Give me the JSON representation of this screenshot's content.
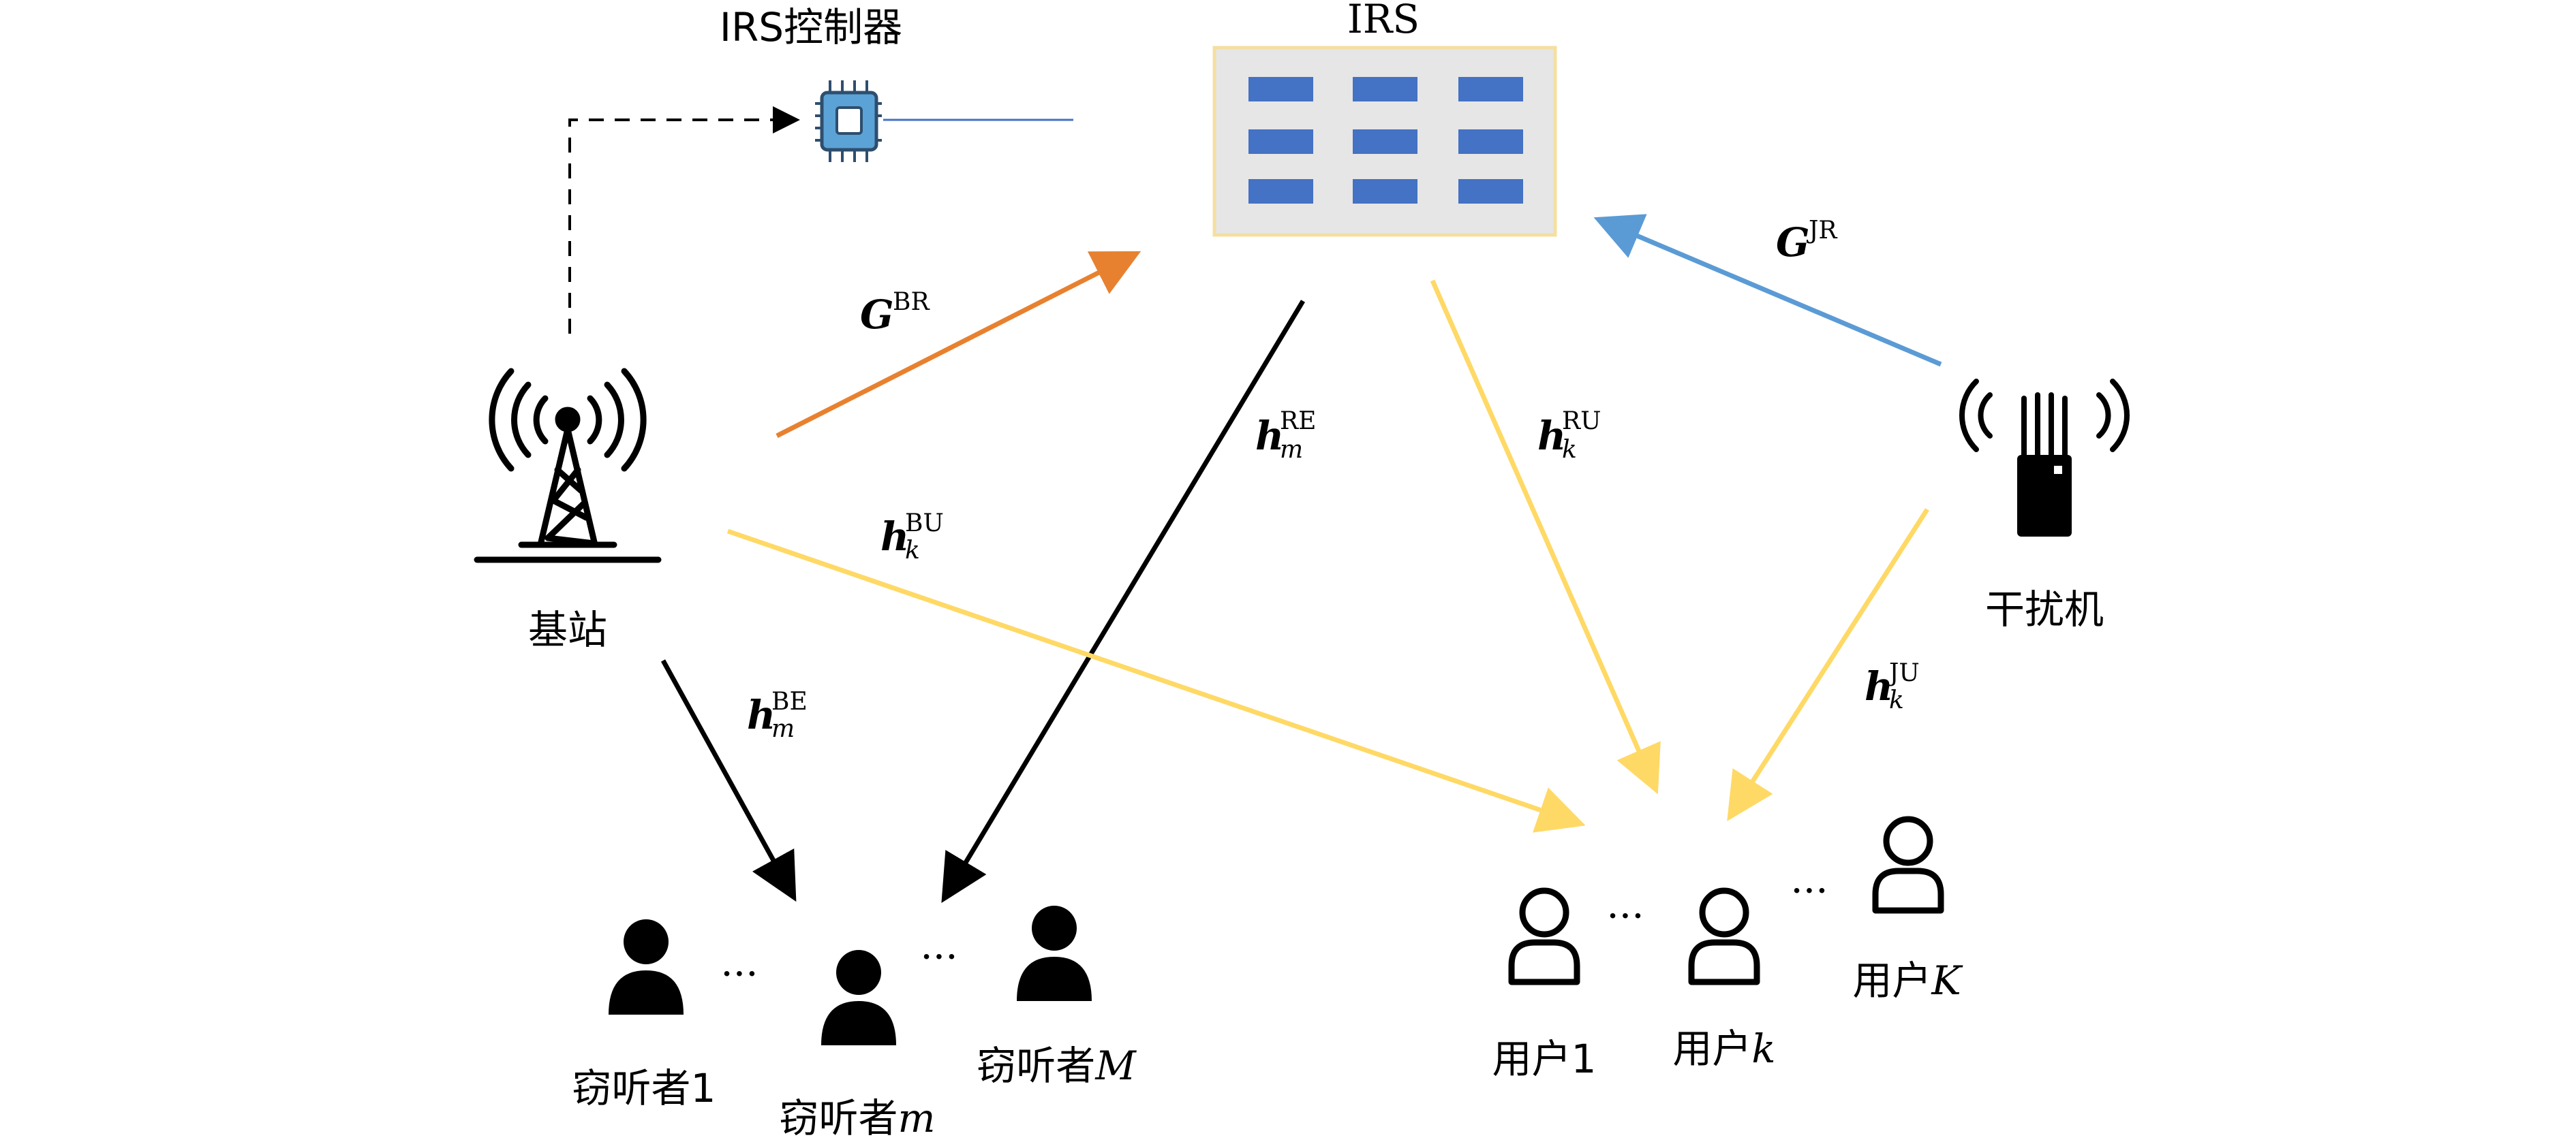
{
  "nodes": {
    "irs_controller": "IRS控制器",
    "irs": "IRS",
    "base_station": "基站",
    "jammer": "干扰机",
    "eave_1": "窃听者1",
    "eave_m_prefix": "窃听者",
    "eave_m_var": "m",
    "eave_M_prefix": "窃听者",
    "eave_M_var": "M",
    "user_1": "用户1",
    "user_k_prefix": "用户",
    "user_k_var": "k",
    "user_K_prefix": "用户",
    "user_K_var": "K",
    "ellipsis": "···"
  },
  "channels": {
    "G_BR": {
      "sym": "G",
      "sup": "BR",
      "sub": "",
      "color": "#e8812f"
    },
    "G_JR": {
      "sym": "G",
      "sup": "JR",
      "sub": "",
      "color": "#5b9bd5"
    },
    "h_RE": {
      "sym": "h",
      "sup": "RE",
      "sub": "m",
      "color": "#000000"
    },
    "h_RU": {
      "sym": "h",
      "sup": "RU",
      "sub": "k",
      "color": "#ffd966"
    },
    "h_BU": {
      "sym": "h",
      "sup": "BU",
      "sub": "k",
      "color": "#ffd966"
    },
    "h_BE": {
      "sym": "h",
      "sup": "BE",
      "sub": "m",
      "color": "#000000"
    },
    "h_JU": {
      "sym": "h",
      "sup": "JU",
      "sub": "k",
      "color": "#ffd966"
    }
  },
  "colors": {
    "irs_panel": "#e6e6e6",
    "irs_border": "#f5dfa0",
    "irs_element": "#4472c4",
    "control_line": "#4472c4",
    "chip": "#5ba3d6"
  }
}
